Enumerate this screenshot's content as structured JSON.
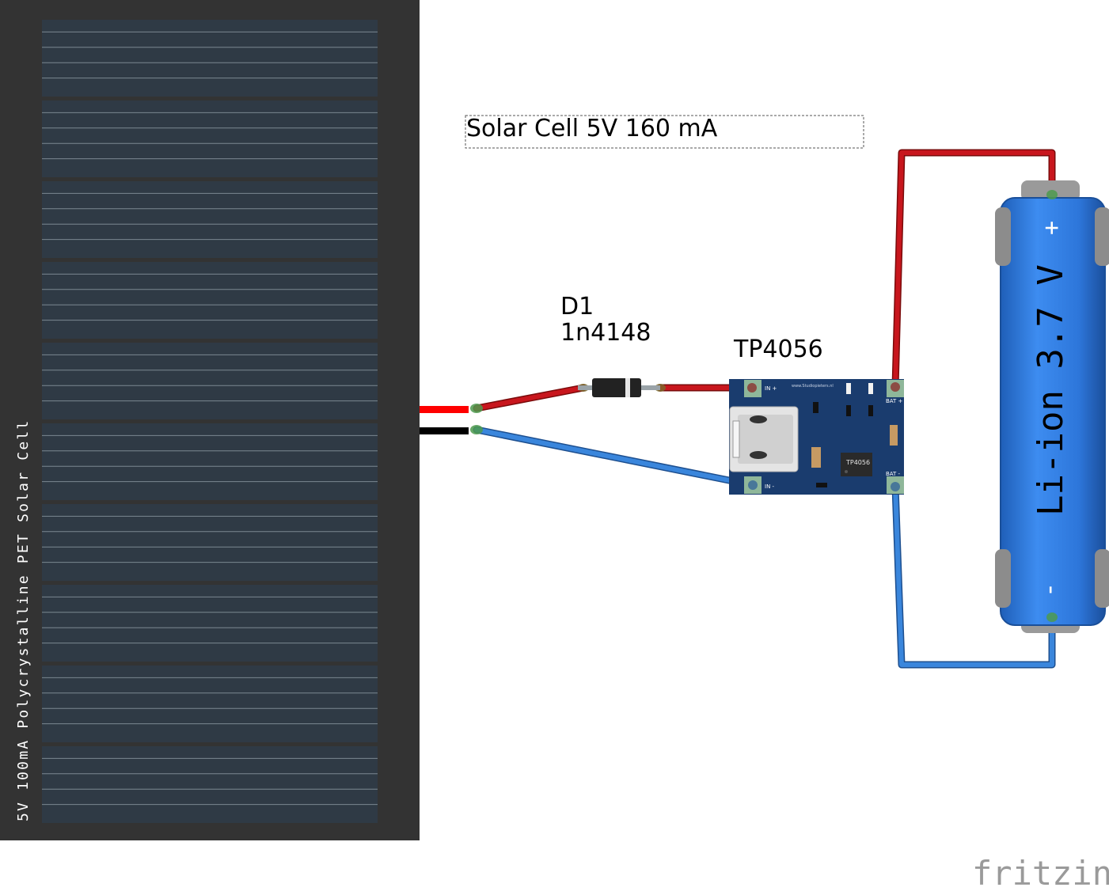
{
  "solar_panel": {
    "label": "5V 100mA Polycrystalline PET Solar Cell",
    "colors": {
      "frame": "#333333",
      "cell": "#2f3a45",
      "line": "#7b8791"
    }
  },
  "annotation": {
    "text": "Solar Cell 5V 160 mA"
  },
  "diode": {
    "ref": "D1",
    "part": "1n4148"
  },
  "charger": {
    "title": "TP4056",
    "url": "www.Studiopieters.nl",
    "chip_label": "TP4056",
    "pin_in_plus": "IN +",
    "pin_in_minus": "IN -",
    "pin_bat_plus": "BAT +",
    "pin_bat_minus": "BAT -",
    "colors": {
      "board": "#1a3c6e"
    }
  },
  "battery": {
    "label": "Li-ion 3.7 V",
    "plus": "+",
    "minus": "-",
    "colors": {
      "body": "#2f7de1",
      "cap": "#9a9a9a"
    }
  },
  "wires": {
    "colors": {
      "red": "#c8161d",
      "blue": "#2e76c9",
      "black": "#000000"
    }
  },
  "watermark": "fritzing"
}
